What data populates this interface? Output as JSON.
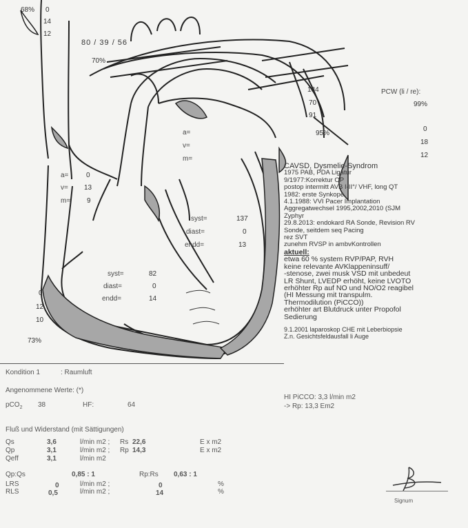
{
  "top_left": {
    "sat": "68%",
    "v1": "0",
    "v2": "14",
    "v3": "12"
  },
  "pa": {
    "pressures": "80 / 39 / 56",
    "sat": "70%"
  },
  "right_vals": {
    "v1": "134",
    "v2": "70",
    "v3": "91",
    "sat": "95%"
  },
  "pcw": {
    "label": "PCW (li / re):",
    "sat": "99%",
    "v1": "0",
    "v2": "18",
    "v3": "12"
  },
  "la": {
    "a": "a=",
    "v": "v=",
    "m": "m="
  },
  "ra": {
    "a_label": "a=",
    "a_val": "0",
    "v_label": "v=",
    "v_val": "13",
    "m_label": "m=",
    "m_val": "9"
  },
  "lv": {
    "syst_label": "syst=",
    "syst_val": "137",
    "diast_label": "diast=",
    "diast_val": "0",
    "endd_label": "endd=",
    "endd_val": "13"
  },
  "rv": {
    "syst_label": "syst=",
    "syst_val": "82",
    "diast_label": "diast=",
    "diast_val": "0",
    "endd_label": "endd=",
    "endd_val": "14"
  },
  "bottom_left": {
    "v1": "0",
    "v2": "12",
    "v3": "10",
    "sat": "73%"
  },
  "notes": [
    "CAVSD, Dysmelie-Syndrom",
    "1975 PAB, PDA Ligatur",
    "9/1977:Korrektur OP",
    "postop intermitt AVB I-II°/ VHF, long QT",
    "1982: erste Synkope",
    "4.1.1988: VVI Pacer Implantation",
    "Aggregatwechsel 1995,2002,2010 (SJM",
    "Zyphyr",
    "29.8.2013: endokard RA Sonde, Revision RV",
    "Sonde, seitdem seq Pacing",
    "rez SVT",
    "zunehm RVSP in ambvKontrollen"
  ],
  "aktuell_heading": "aktuell:",
  "aktuell": [
    "etwa 60 % system RVP/PAP, RVH",
    "keine relevante AVKlappeninsuff/",
    "-stenose, zwei musk VSD mit unbedeut",
    "LR Shunt, LVEDP erhöht, keine LVOTO",
    "erhöhter Rp auf NO und NO/O2 reagibel",
    "(HI Messung mit transpulm.",
    "Thermodilution (PiCCO))",
    "erhöhter art Blutdruck unter Propofol",
    "Sedierung"
  ],
  "notes2": [
    "9.1.2001 laparoskop CHE mit Leberbiopsie",
    "Z.n. Gesichtsfeldausfall li Auge"
  ],
  "kondition": {
    "label": "Kondition 1",
    "value": ": Raumluft"
  },
  "angenommene": "Angenommene Werte: (*)",
  "pco2": {
    "label": "pCO",
    "sub": "2",
    "val": "38",
    "hf_label": "HF:",
    "hf_val": "64"
  },
  "hi_picco": [
    "HI PiCCO: 3,3 l/min m2",
    "-> Rp: 13,3 Em2"
  ],
  "fluss_title": "Fluß und Widerstand (mit Sättigungen)",
  "rows": [
    {
      "l": "Qs",
      "v": "3,6",
      "u": "l/min m2 ;",
      "l2": "Rs",
      "v2": "22,6",
      "u2": "E x m2"
    },
    {
      "l": "Qp",
      "v": "3,1",
      "u": "l/min m2 ;",
      "l2": "Rp",
      "v2": "14,3",
      "u2": "E x m2"
    },
    {
      "l": "Qeff",
      "v": "3,1",
      "u": "l/min m2",
      "l2": "",
      "v2": "",
      "u2": ""
    }
  ],
  "ratios": {
    "qpqs_label": "Qp:Qs",
    "qpqs_val": "0,85 : 1",
    "rprs_label": "Rp:Rs",
    "rprs_val": "0,63 : 1"
  },
  "lrs": {
    "l": "LRS",
    "v": "0",
    "u": "l/min m2 ;",
    "v2": "0",
    "u2": "%"
  },
  "rls": {
    "l": "RLS",
    "v": "0,5",
    "u": "l/min m2 ;",
    "v2": "14",
    "u2": "%"
  },
  "signum": "Signum"
}
